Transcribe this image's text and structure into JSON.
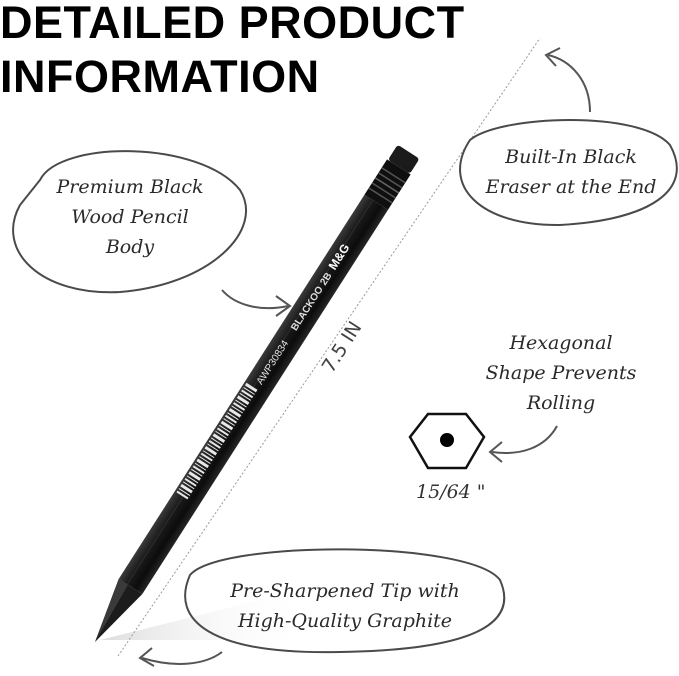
{
  "heading": "DETAILED PRODUCT\nINFORMATION",
  "callouts": {
    "body": "Premium Black\nWood Pencil\nBody",
    "eraser": "Built-In Black\nEraser at the End",
    "hexagonal": "Hexagonal\nShape Prevents\nRolling",
    "tip": "Pre-Sharpened Tip with\nHigh-Quality Graphite"
  },
  "measurements": {
    "length": "7.5 IN",
    "diameter": "15/64 \""
  },
  "pencil_imprint": {
    "code": "AWP30834",
    "model": "BLACKOO",
    "grade": "2B",
    "brand": "M&G"
  },
  "colors": {
    "pencil_body": "#151515",
    "outline": "#3a3a3a",
    "heading": "#000000"
  }
}
